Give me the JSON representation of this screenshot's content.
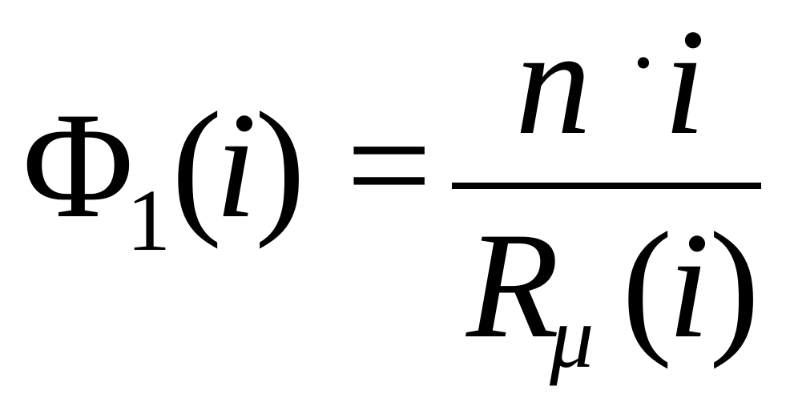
{
  "formula": {
    "lhs_symbol": "Φ",
    "lhs_subscript": "1",
    "lhs_open_paren": "(",
    "lhs_argument": "i",
    "lhs_close_paren": ")",
    "equals": "=",
    "numerator_var_n": "n",
    "numerator_operator": "·",
    "numerator_var_i": "i",
    "denominator_symbol": "R",
    "denominator_subscript": "μ",
    "denominator_open_paren": "(",
    "denominator_argument": "i",
    "denominator_close_paren": ")"
  }
}
